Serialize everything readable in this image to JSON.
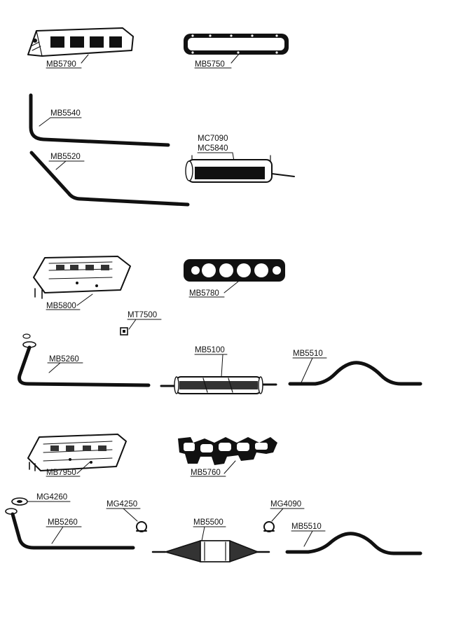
{
  "parts": {
    "mb5790": "MB5790",
    "mb5750": "MB5750",
    "mb5540": "MB5540",
    "mb5520": "MB5520",
    "mc7090": "MC7090",
    "mc5840": "MC5840",
    "mb5800": "MB5800",
    "mb5780": "MB5780",
    "mt7500": "MT7500",
    "mb5260_a": "MB5260",
    "mb5100": "MB5100",
    "mb5510_a": "MB5510",
    "mb7950": "MB7950",
    "mb5760": "MB5760",
    "mg4260": "MG4260",
    "mg4250": "MG4250",
    "mg4090": "MG4090",
    "mb5260_b": "MB5260",
    "mb5500": "MB5500",
    "mb5510_b": "MB5510"
  }
}
